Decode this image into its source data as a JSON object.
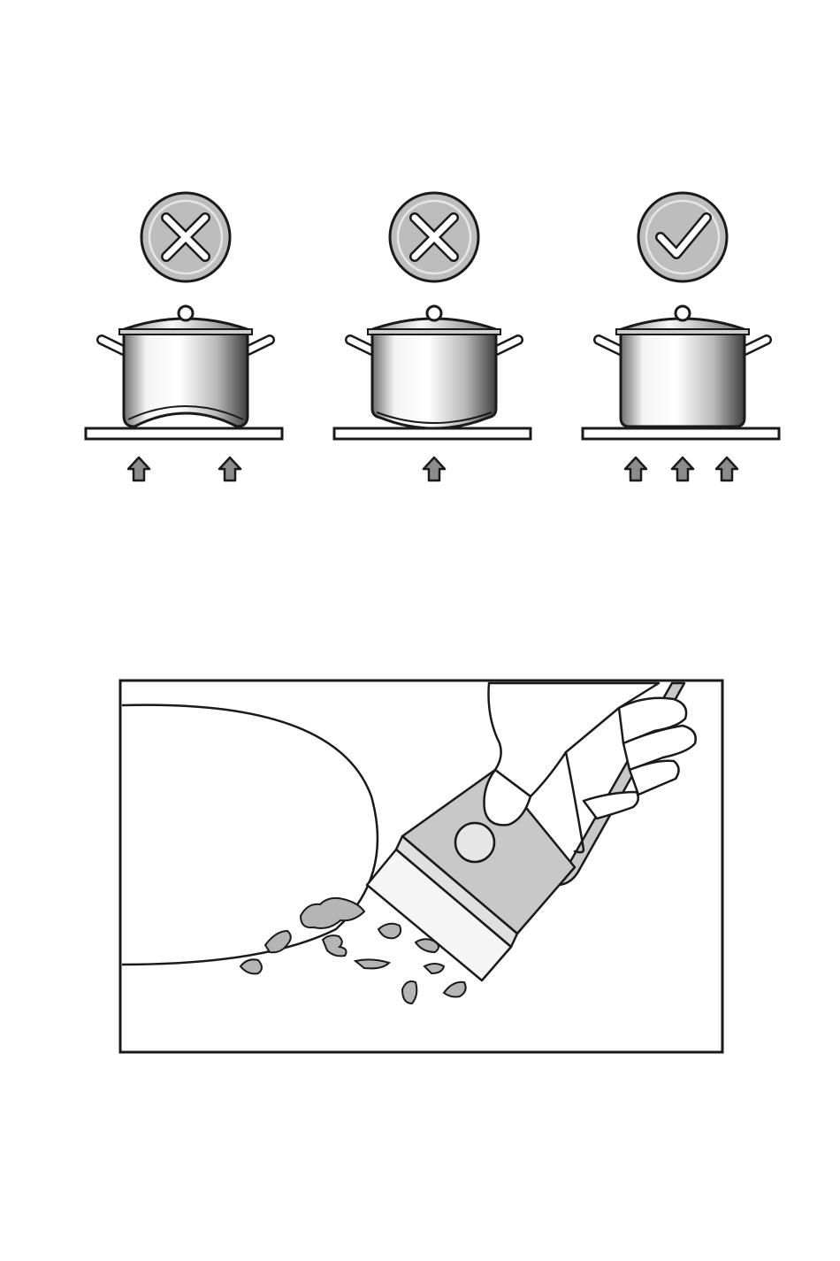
{
  "diagram": {
    "top_panel": {
      "pots": [
        {
          "verdict": "incorrect",
          "verdict_icon": "cross-icon",
          "pot_base": "concave",
          "heat_arrows": 2
        },
        {
          "verdict": "incorrect",
          "verdict_icon": "cross-icon",
          "pot_base": "convex",
          "heat_arrows": 1
        },
        {
          "verdict": "correct",
          "verdict_icon": "check-icon",
          "pot_base": "flat",
          "heat_arrows": 3
        }
      ]
    },
    "bottom_panel": {
      "scene": "scraper-cleaning-hob",
      "icons": [
        "hand-icon",
        "scraper-icon",
        "cooking-zone-icon",
        "residue-icon"
      ]
    },
    "colors": {
      "badge_fill": "#bdbdbd",
      "badge_ring": "#e0e0e0",
      "outline": "#1a1a1a",
      "arrow_fill": "#8c8c8c",
      "scraper_fill": "#c8c8c8",
      "residue_fill": "#b5b5b5",
      "background": "#ffffff"
    }
  }
}
